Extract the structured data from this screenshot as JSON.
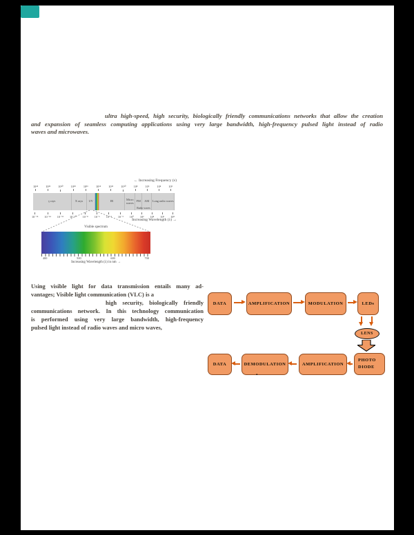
{
  "page": {
    "paragraph1": {
      "lines": [
        "ultra high-speed, high security, biologically friendly communications networks that allow the creation",
        "and expansion of seamless computing applications using very large bandwidth, high-frequency pulsed light instead of radio",
        "waves and microwaves."
      ]
    },
    "paragraph2": {
      "lines": [
        "Using visible light for data transmission entails many ad-",
        "vantages; Visible light communication (VLC) is a",
        "high security, biologically friendly",
        "communications network. In this technology communication",
        "is performed using very large bandwidth, high-frequency",
        "pulsed light instead of radio waves and micro waves,"
      ]
    }
  },
  "figure": {
    "freq_label": "← Increasing Frequency (ν)",
    "freq_ticks": [
      "10²⁴",
      "10²²",
      "10²⁰",
      "10¹⁸",
      "10¹⁶",
      "10¹⁴",
      "10¹²",
      "10¹⁰",
      "10⁸",
      "10⁶",
      "10⁴",
      "10²"
    ],
    "bands": [
      "γ rays",
      "X rays",
      "UV",
      "IR",
      "Micro waves",
      "FM",
      "AM",
      "Long radio waves"
    ],
    "radio_label": "Radio waves",
    "wl_ticks": [
      "10⁻¹⁶",
      "10⁻¹⁴",
      "10⁻¹²",
      "10⁻¹⁰",
      "10⁻⁸",
      "10⁻⁶",
      "10⁻⁴",
      "10⁻²",
      "10⁰",
      "10²",
      "10⁴",
      "10⁶",
      "10⁸"
    ],
    "wl_label": "Increasing Wavelength (λ) →",
    "visible_label": "Visible spectrum",
    "nm_ticks": [
      "400",
      "500",
      "600",
      "700"
    ],
    "nm_caption": "Increasing Wavelength (λ) in nm →"
  },
  "diagram": {
    "boxes_top": [
      "DATA",
      "AMPLIFICATION",
      "MODULATION",
      "LEDs"
    ],
    "lens_label": "LENS",
    "boxes_bottom": [
      "DATA",
      "DEMODULATION",
      "AMPLIFICATION",
      "PHOTO DIODE"
    ],
    "caption_dot": "."
  },
  "colors": {
    "background": "#000000",
    "page": "#ffffff",
    "badge_teal": "#1fa79f",
    "box_fill": "#f19a63",
    "box_border": "#8f4a1f",
    "arrow_orange": "#d95f11",
    "band_gray": "#d2d2d2"
  }
}
